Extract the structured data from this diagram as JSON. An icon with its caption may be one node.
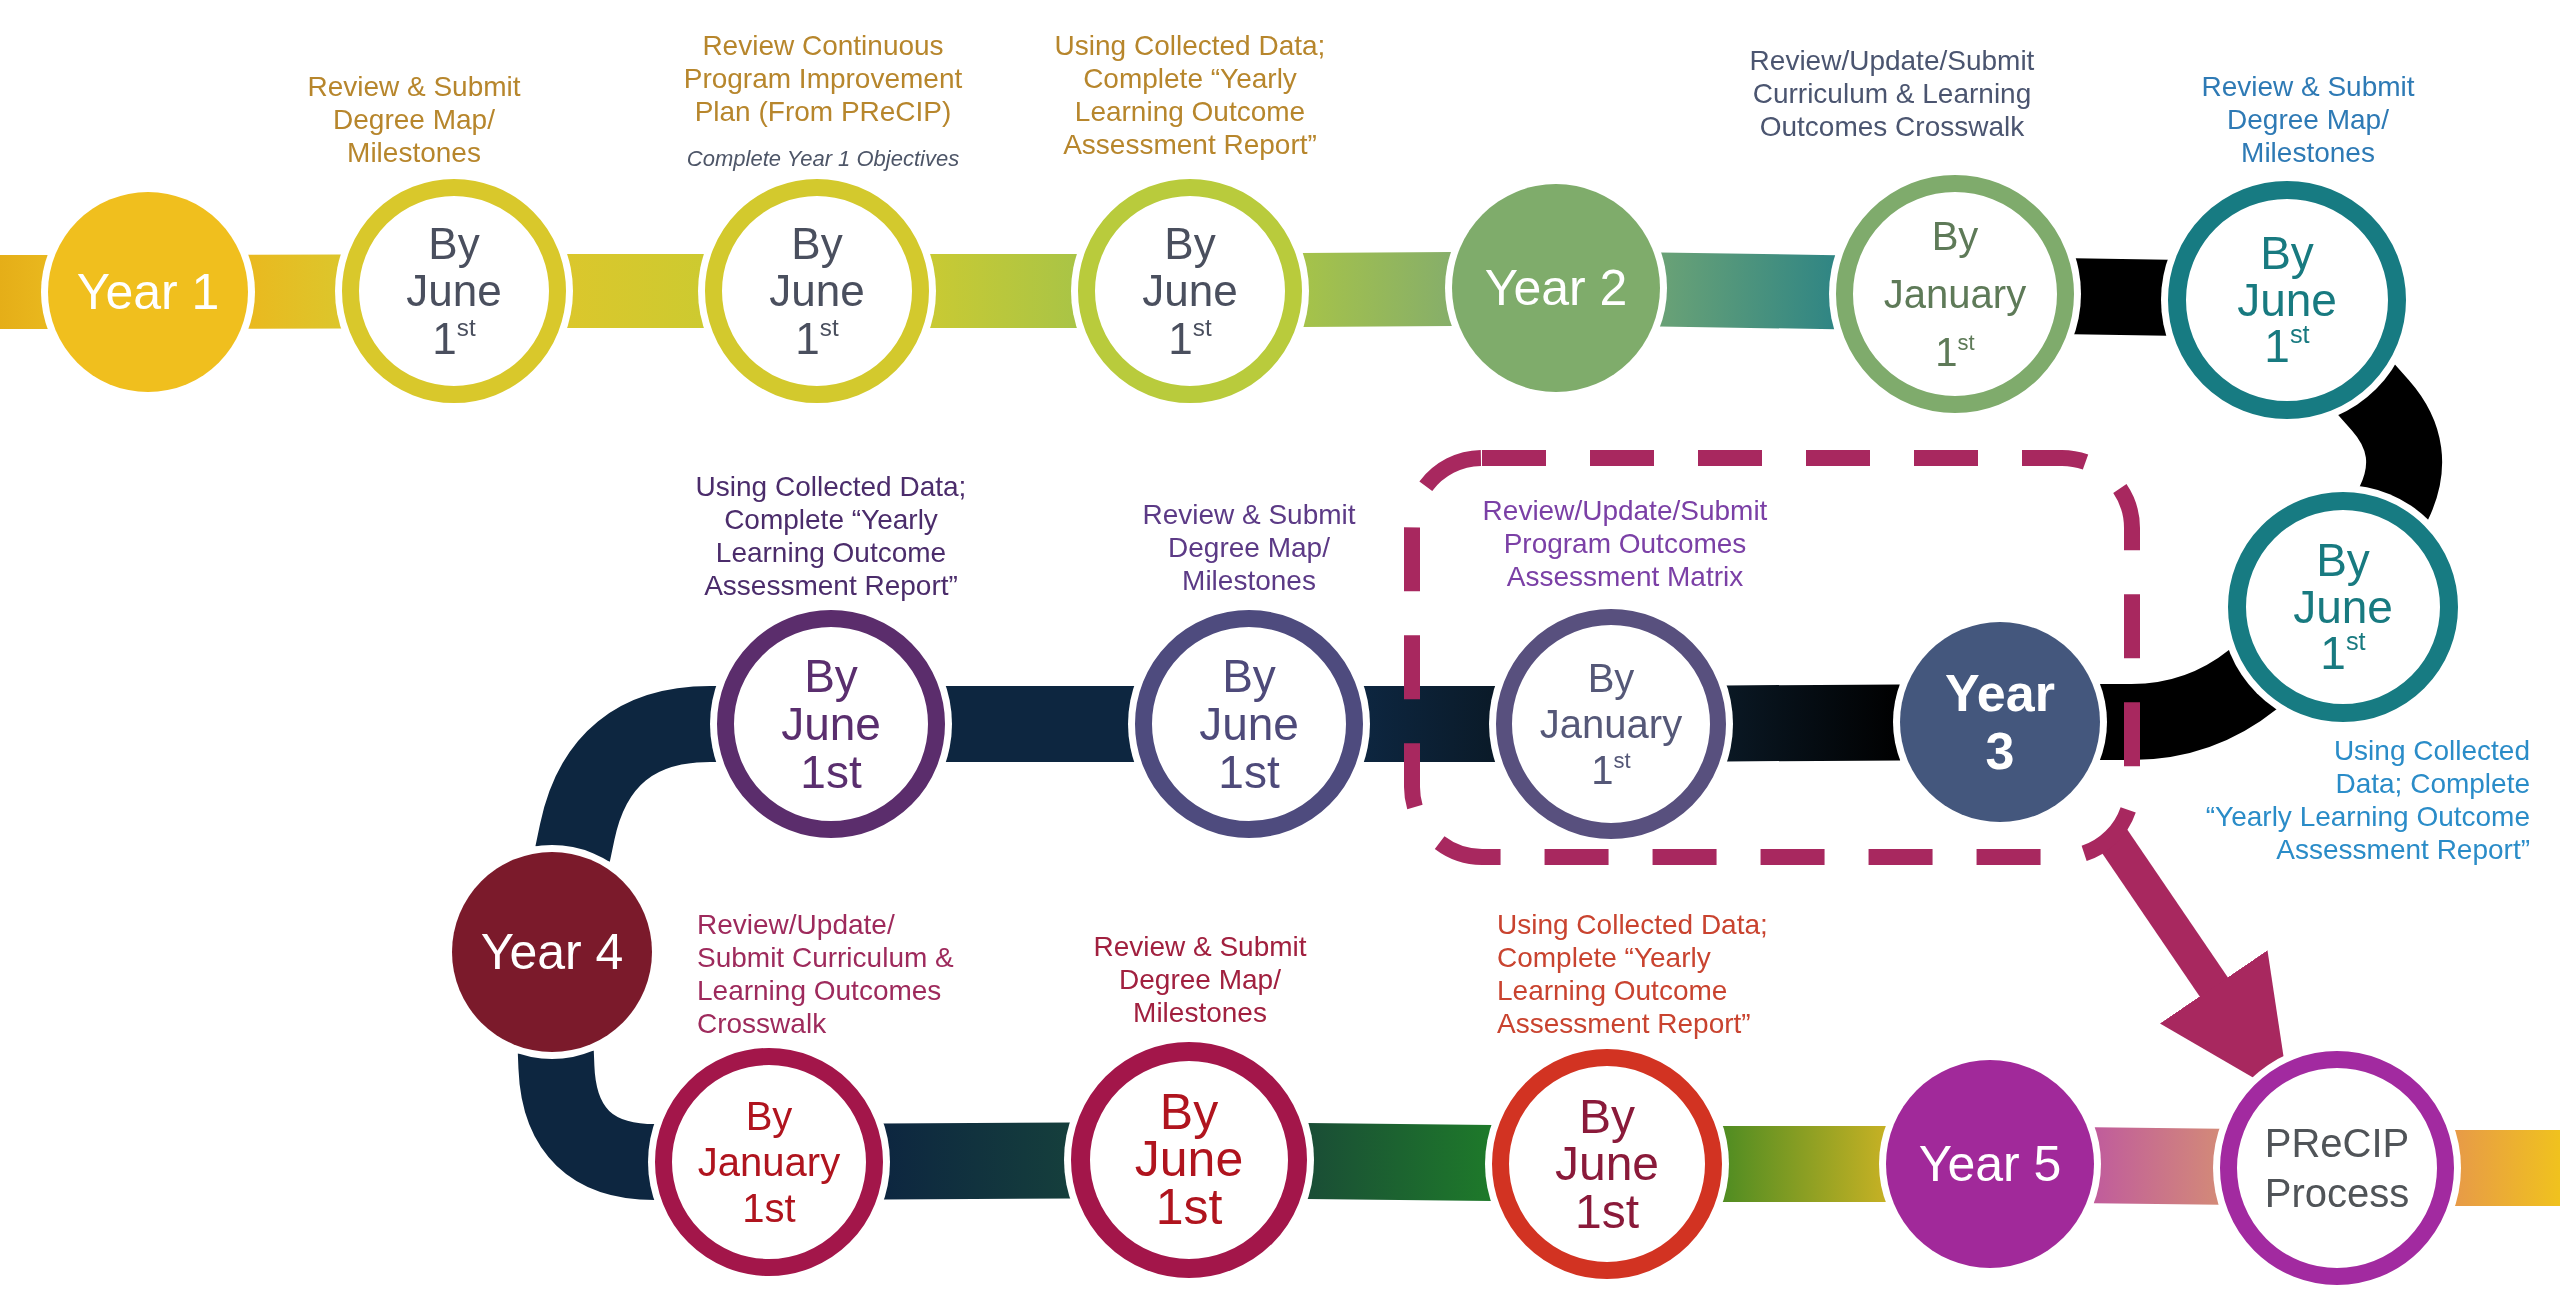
{
  "diagram": {
    "nodes": [
      {
        "text": [
          "Year 1"
        ]
      },
      {
        "text": [
          "Review & Submit Degree Map/ Milestones",
          "By June 1$^{st}$"
        ]
      },
      {
        "text": [
          "Review Continuous Program Improvement Plan (From PReCIP)",
          "Complete Year 1 Objectives",
          "By June 1$^{st}$"
        ]
      },
      {
        "text": [
          "Using Collected Data; Complete “Yearly Learning Outcome Assessment Report”",
          "By June 1$^{st}$"
        ]
      },
      {
        "text": [
          "Year 2"
        ]
      },
      {
        "text": [
          "Review/Update/Submit Curriculum & Learning Outcomes Crosswalk",
          "By January 1$^{st}$"
        ]
      },
      {
        "text": [
          "Review & Submit Degree Map/ Milestones",
          "By June 1$^{st}$"
        ]
      },
      {
        "text": [
          "By June 1$^{st}$",
          "Using Collected Data; Complete “Yearly Learning Outcome Assessment Report”"
        ]
      },
      {
        "text": [],
        "shape": "box"
      },
      {
        "text": [
          "Year 3"
        ],
        "in": 8
      },
      {
        "text": [
          "Review/Update/Submit Program Outcomes Assessment Matrix",
          "By January 1$^{st}$"
        ],
        "in": 8
      },
      {
        "text": [
          "Review & Submit Degree Map/ Milestones",
          "By June 1st"
        ]
      },
      {
        "text": [
          "Using Collected Data; Complete “Yearly Learning Outcome Assessment Report”",
          "By June 1st"
        ]
      },
      {
        "text": [
          "Year 4"
        ]
      },
      {
        "text": [
          "Review/Update/ Submit Curriculum & Learning Outcomes Crosswalk",
          "By January 1st"
        ]
      },
      {
        "text": [
          "Review & Submit Degree Map/ Milestones",
          "By June 1st"
        ]
      },
      {
        "text": [
          "Using Collected Data; Complete “Yearly Learning Outcome Assessment Report”",
          "By June 1st"
        ]
      },
      {
        "text": [
          "Year 5"
        ]
      },
      {
        "text": [
          "PReCIP Process"
        ]
      }
    ],
    "edges": [
      {
        "from": null,
        "to": 0,
        "arrow": "none",
        "color": "#e9b81e"
      },
      {
        "from": 0,
        "to": 1,
        "arrow": "none",
        "color": "#dcc62c"
      },
      {
        "from": 1,
        "to": 2,
        "arrow": "none",
        "color": "#cdca30"
      },
      {
        "from": 2,
        "to": 3,
        "arrow": "none",
        "color": "#a9c446"
      },
      {
        "from": 3,
        "to": 4,
        "arrow": "none",
        "color": "#86ae6a"
      },
      {
        "from": 4,
        "to": 5,
        "arrow": "none",
        "color": "#2f8584"
      },
      {
        "from": 5,
        "to": 6,
        "arrow": "none",
        "color": "#000000"
      },
      {
        "from": 6,
        "to": 7,
        "arrow": "none",
        "color": "#000000"
      },
      {
        "from": 7,
        "to": 9,
        "arrow": "none",
        "color": "#000000"
      },
      {
        "from": 9,
        "to": 10,
        "arrow": "none",
        "color": "#0a1824"
      },
      {
        "from": 10,
        "to": 11,
        "arrow": "none"
      },
      {
        "from": 11,
        "to": 12,
        "arrow": "none"
      },
      {
        "from": 12,
        "to": 13,
        "arrow": "none"
      },
      {
        "from": 13,
        "to": 14,
        "arrow": "none"
      },
      {
        "from": 14,
        "to": 15,
        "arrow": "none",
        "color": "#153f3c"
      },
      {
        "from": 15,
        "to": 16,
        "arrow": "none",
        "color": "#1e7a2a"
      },
      {
        "from": 16,
        "to": 17,
        "arrow": "none",
        "color": "#c6b124"
      },
      {
        "from": 17,
        "to": 18,
        "arrow": "none",
        "color": "#d38a78"
      },
      {
        "from": 18,
        "to": null,
        "arrow": "none",
        "color": "#f0c21e"
      },
      {
        "from": 8,
        "to": 18,
        "arrow": "to",
        "color": "#a8285f"
      }
    ]
  }
}
